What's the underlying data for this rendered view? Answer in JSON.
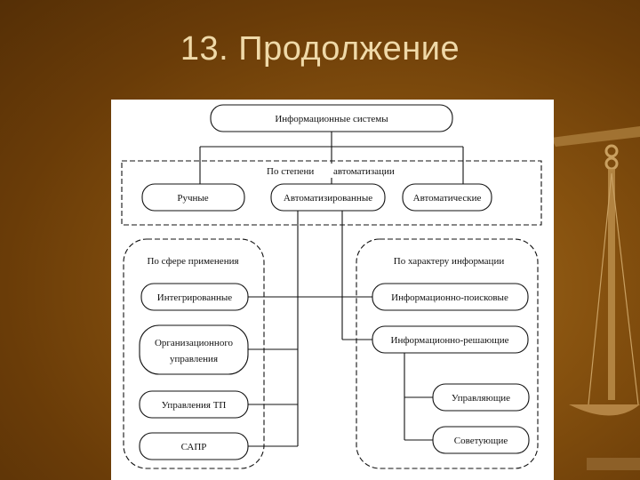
{
  "slide": {
    "title": "13. Продолжение"
  },
  "diagram": {
    "root": "Информационные системы",
    "automation_group": {
      "label_left": "По степени",
      "label_right": "автоматизации",
      "items": [
        "Ручные",
        "Автоматизированные",
        "Автоматические"
      ]
    },
    "application_group": {
      "label": "По сфере применения",
      "items": [
        "Интегрированные",
        "Организационного",
        "управления",
        "Управления ТП",
        "САПР"
      ]
    },
    "info_group": {
      "label": "По характеру информации",
      "items": [
        "Информационно-поисковые",
        "Информационно-решающие"
      ],
      "subitems": [
        "Управляющие",
        "Советующие"
      ]
    }
  },
  "colors": {
    "background": "#7a4610",
    "title": "#efd9a8",
    "panel": "#ffffff",
    "lines": "#111111"
  }
}
